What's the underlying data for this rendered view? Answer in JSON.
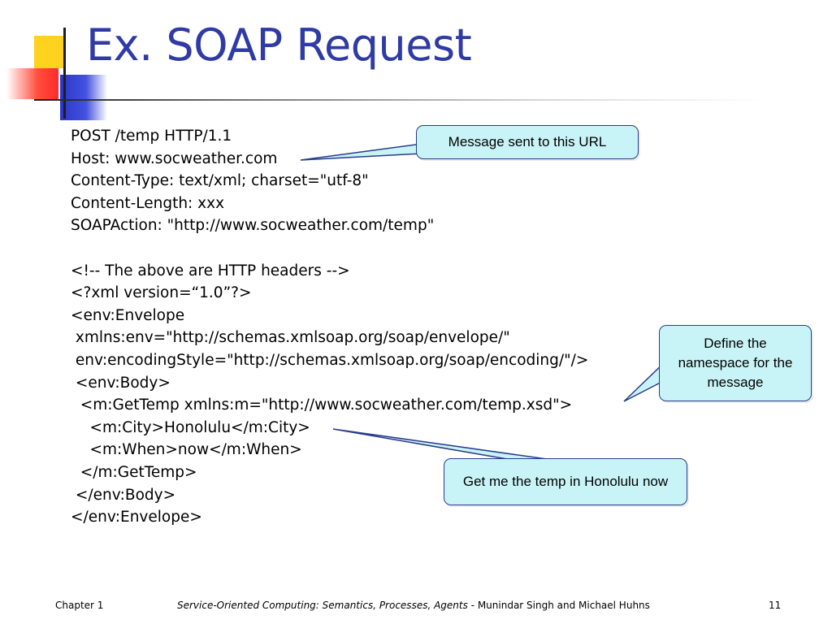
{
  "slide": {
    "title": "Ex. SOAP Request",
    "code_lines": [
      "POST /temp HTTP/1.1",
      "Host: www.socweather.com",
      "Content-Type: text/xml; charset=\"utf-8\"",
      "Content-Length: xxx",
      "SOAPAction: \"http://www.socweather.com/temp\"",
      "",
      "<!-- The above are HTTP headers -->",
      "<?xml version=“1.0”?>",
      "<env:Envelope",
      " xmlns:env=\"http://schemas.xmlsoap.org/soap/envelope/\"",
      " env:encodingStyle=\"http://schemas.xmlsoap.org/soap/encoding/\"/>",
      " <env:Body>",
      "  <m:GetTemp xmlns:m=\"http://www.socweather.com/temp.xsd\">",
      "    <m:City>Honolulu</m:City>",
      "    <m:When>now</m:When>",
      "  </m:GetTemp>",
      " </env:Body>",
      "</env:Envelope>"
    ],
    "callouts": {
      "url": "Message sent to this URL",
      "namespace": "Define the namespace for the message",
      "temp": "Get me the temp in Honolulu now"
    }
  },
  "footer": {
    "chapter": "Chapter 1",
    "book_title": "Service-Oriented Computing: Semantics, Processes, Agents",
    "authors_sep": " - ",
    "authors": "Munindar Singh and Michael Huhns",
    "page_number": "11"
  },
  "colors": {
    "title": "#2f3aa6",
    "callout_fill": "#c9f4f7",
    "callout_border": "#2a3c8a",
    "deco_yellow": "#ffd21f",
    "deco_red": "#ff2b2b",
    "deco_blue": "#2a36c8"
  }
}
